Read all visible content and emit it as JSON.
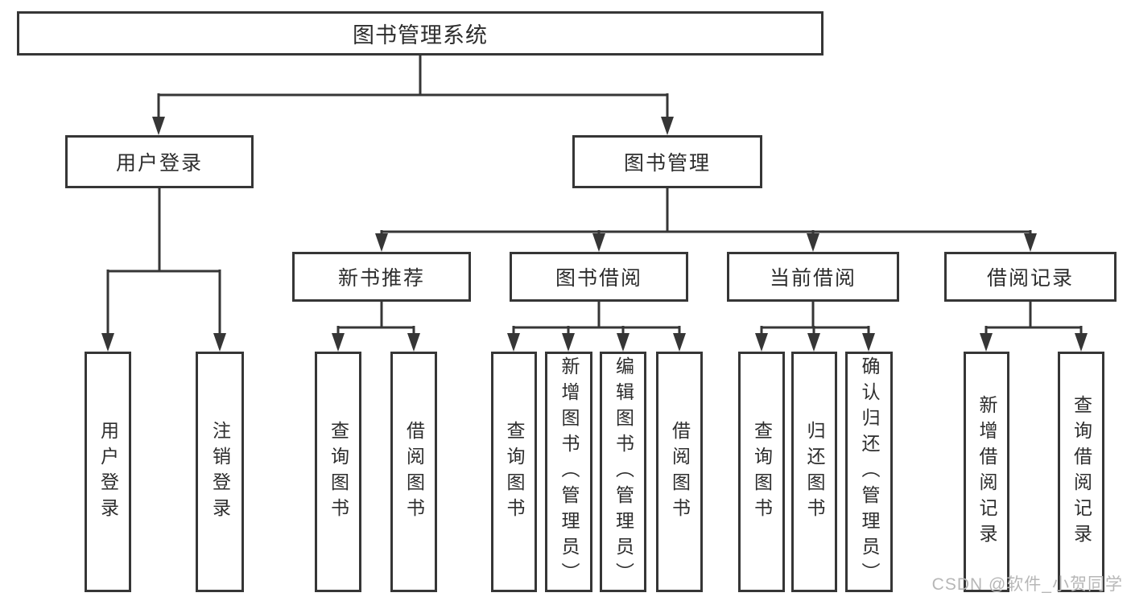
{
  "root": {
    "label": "图书管理系统"
  },
  "level2": [
    {
      "label": "用户登录"
    },
    {
      "label": "图书管理"
    }
  ],
  "level3": [
    {
      "label": "新书推荐"
    },
    {
      "label": "图书借阅"
    },
    {
      "label": "当前借阅"
    },
    {
      "label": "借阅记录"
    }
  ],
  "leaves": {
    "login": [
      "用户登录",
      "注销登录"
    ],
    "recommend": [
      "查询图书",
      "借阅图书"
    ],
    "borrow": [
      "查询图书",
      "新增图书（管理员）",
      "编辑图书（管理员）",
      "借阅图书"
    ],
    "current": [
      "查询图书",
      "归还图书",
      "确认归还（管理员）"
    ],
    "records": [
      "新增借阅记录",
      "查询借阅记录"
    ]
  },
  "watermark": "CSDN @软件_小贺同学",
  "colors": {
    "line": "#363636",
    "text": "#2d2d2d",
    "watermark": "#b7b7b7",
    "background": "#ffffff"
  }
}
